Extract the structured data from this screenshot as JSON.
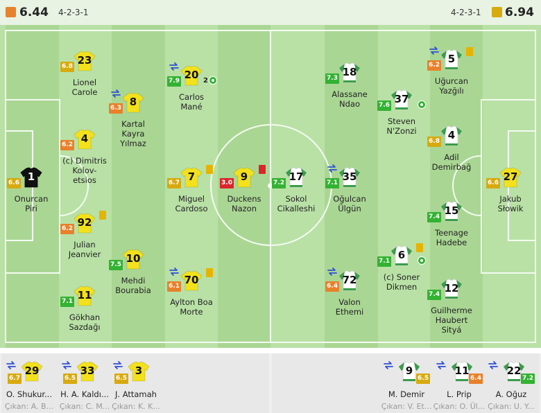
{
  "colors": {
    "home_kit": "#f2e11c",
    "gk_kit": "#111111",
    "away_kit": "#ffffff",
    "away_kit_trim": "#3a9d4a",
    "rating_orange": "#e8812b",
    "rating_green": "#34b233",
    "rating_red": "#d9262b",
    "rating_yellow": "#d7aa10",
    "sub_icon": "#2f4fd6"
  },
  "header": {
    "home_rating": "6.44",
    "home_formation": "4-2-3-1",
    "away_formation": "4-2-3-1",
    "away_rating": "6.94"
  },
  "home_players": [
    {
      "num": "1",
      "name": "Onurcan\nPiri",
      "rating": "6.6",
      "rc": "r-yellow",
      "kit": "gk"
    },
    {
      "num": "23",
      "name": "Lionel\nCarole",
      "rating": "6.8",
      "rc": "r-yellow",
      "kit": "home"
    },
    {
      "num": "4",
      "name": "(c) Dimitris\nKolov-\netsios",
      "rating": "6.2",
      "rc": "r-orange",
      "kit": "home"
    },
    {
      "num": "92",
      "name": "Julian\nJeanvier",
      "rating": "6.2",
      "rc": "r-orange",
      "kit": "home",
      "card": "yellow"
    },
    {
      "num": "11",
      "name": "Gökhan\nSazdağı",
      "rating": "7.1",
      "rc": "r-green",
      "kit": "home"
    },
    {
      "num": "8",
      "name": "Kartal\nKayra\nYılmaz",
      "rating": "6.3",
      "rc": "r-orange",
      "kit": "home",
      "sub": true
    },
    {
      "num": "10",
      "name": "Mehdi\nBourabia",
      "rating": "7.5",
      "rc": "r-green",
      "kit": "home"
    },
    {
      "num": "20",
      "name": "Carlos\nMané",
      "rating": "7.9",
      "rc": "r-green",
      "kit": "home",
      "sub": true,
      "goals": "2"
    },
    {
      "num": "7",
      "name": "Miguel\nCardoso",
      "rating": "6.7",
      "rc": "r-yellow",
      "kit": "home",
      "card": "yellow"
    },
    {
      "num": "70",
      "name": "Aylton Boa\nMorte",
      "rating": "6.1",
      "rc": "r-orange",
      "kit": "home",
      "sub": true,
      "card": "yellow"
    },
    {
      "num": "9",
      "name": "Duckens\nNazon",
      "rating": "3.0",
      "rc": "r-red",
      "kit": "home",
      "card": "red"
    }
  ],
  "away_players": [
    {
      "num": "17",
      "name": "Sokol\nCikalleshi",
      "rating": "7.2",
      "rc": "r-green",
      "kit": "away"
    },
    {
      "num": "18",
      "name": "Alassane\nNdao",
      "rating": "7.3",
      "rc": "r-green",
      "kit": "away"
    },
    {
      "num": "35",
      "name": "Oğulcan\nÜlgün",
      "rating": "7.1",
      "rc": "r-green",
      "kit": "away",
      "sub": true
    },
    {
      "num": "72",
      "name": "Valon\nEthemi",
      "rating": "6.4",
      "rc": "r-orange",
      "kit": "away",
      "sub": true
    },
    {
      "num": "37",
      "name": "Steven\nN'Zonzi",
      "rating": "7.6",
      "rc": "r-green",
      "kit": "away",
      "goal": true
    },
    {
      "num": "6",
      "name": "(c) Soner\nDikmen",
      "rating": "7.1",
      "rc": "r-green",
      "kit": "away",
      "card": "yellow",
      "goal": true
    },
    {
      "num": "5",
      "name": "Uğurcan\nYazğılı",
      "rating": "6.2",
      "rc": "r-orange",
      "kit": "away",
      "sub": true,
      "card": "yellow"
    },
    {
      "num": "4",
      "name": "Adil\nDemirbağ",
      "rating": "6.8",
      "rc": "r-yellow",
      "kit": "away"
    },
    {
      "num": "15",
      "name": "Teenage\nHadebe",
      "rating": "7.4",
      "rc": "r-green",
      "kit": "away"
    },
    {
      "num": "12",
      "name": "Guilherme\nHaubert\nSityá",
      "rating": "7.4",
      "rc": "r-green",
      "kit": "away"
    },
    {
      "num": "27",
      "name": "Jakub\nSłowik",
      "rating": "6.6",
      "rc": "r-yellow",
      "kit": "gkaway"
    }
  ],
  "home_bench": [
    {
      "num": "29",
      "name": "O. Shukur...",
      "out": "Çıkan: A. B...",
      "rating": "6.7",
      "rc": "r-yellow"
    },
    {
      "num": "33",
      "name": "H. A. Kaldı...",
      "out": "Çıkan: C. M...",
      "rating": "6.5",
      "rc": "r-yellow"
    },
    {
      "num": "3",
      "name": "J. Attamah",
      "out": "Çıkan: K. K...",
      "rating": "6.5",
      "rc": "r-yellow"
    }
  ],
  "away_bench": [
    {
      "num": "9",
      "name": "M. Demir",
      "out": "Çıkan: V. Et...",
      "rating": "6.5",
      "rc": "r-yellow"
    },
    {
      "num": "11",
      "name": "L. Prip",
      "out": "Çıkan: O. Ül...",
      "rating": "6.4",
      "rc": "r-orange"
    },
    {
      "num": "22",
      "name": "A. Oğuz",
      "out": "Çıkan: U. Y...",
      "rating": "7.2",
      "rc": "r-green"
    }
  ]
}
